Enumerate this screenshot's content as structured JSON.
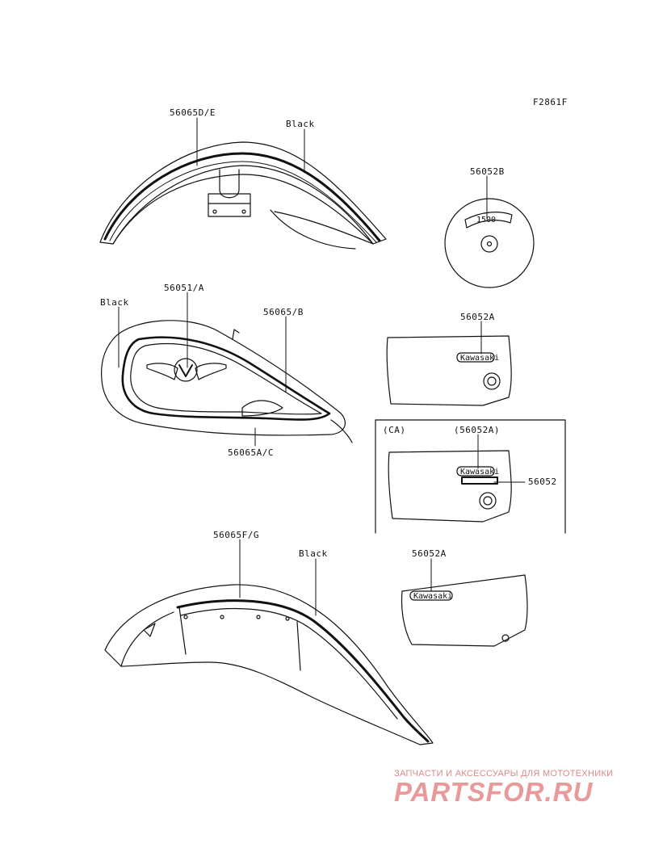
{
  "figure_code": "F2861F",
  "labels": {
    "front_fender_part": "56065D/E",
    "front_fender_color": "Black",
    "emblem_part": "56052B",
    "emblem_text": "1500",
    "tank_color": "Black",
    "tank_emblem_part": "56051/A",
    "tank_stripe_part": "56065/B",
    "tank_lower_stripe_part": "56065A/C",
    "side_cover_part": "56052A",
    "ca_region": "(CA)",
    "ca_part_ref": "(56052A)",
    "ca_extra_part": "56052",
    "rear_fender_part": "56065F/G",
    "rear_fender_color": "Black",
    "rear_cover_part": "56052A",
    "badge_brand": "Kawasaki"
  },
  "watermark": {
    "caption": "ЗАПЧАСТИ И АКСЕССУАРЫ ДЛЯ МОТОТЕХНИКИ",
    "brand": "PARTSFOR.RU"
  }
}
